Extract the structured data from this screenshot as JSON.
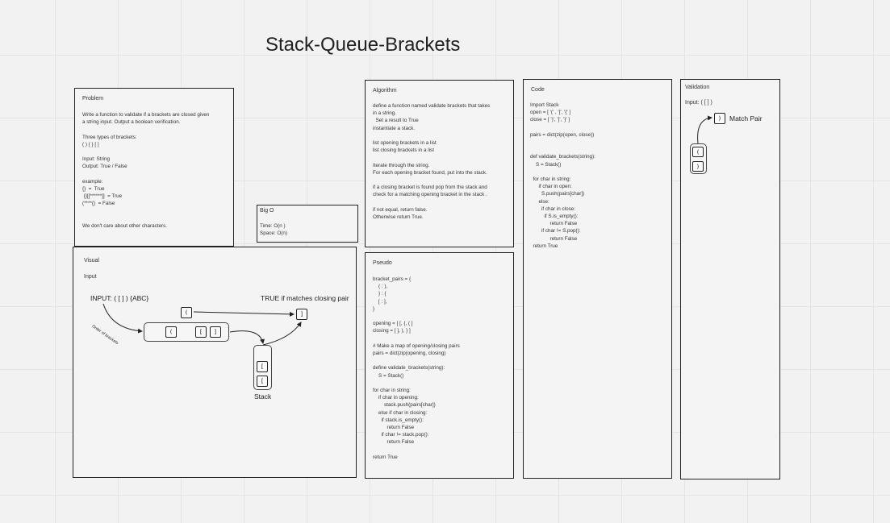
{
  "title": "Stack-Queue-Brackets",
  "problem": {
    "title": "Problem",
    "text": "Write a function to validate if a brackets are closed given\na string input. Output a boolean verification.\n\nThree types of brackets:\n( ) { } [ ]\n\nInput: String\nOutput: True / False\n\nexample:\n{}  =  True\n {}[[******]]  = True\n(****{)  = False\n\n\nWe don't care about other characters."
  },
  "bigo": {
    "title": "Big O",
    "text": "Time: O(n )\nSpace: O(n)"
  },
  "visual": {
    "title": "Visual",
    "input_heading": "Input",
    "input_string": "INPUT: ( [ ] ) {ABC}",
    "true_label": "TRUE if matches closing pair",
    "order_label": "Order of brackets",
    "stack_label": "Stack",
    "queue_boxes": [
      "(",
      "[",
      "]"
    ],
    "top_box": "(",
    "result_box": "]",
    "stack_boxes": [
      "[",
      "["
    ]
  },
  "algorithm": {
    "title": "Algorithm",
    "text": "define a function named validate brackets that takes\nin a string.\n  Set a result to True\ninstantiate a stack.\n\nlist opening brackets in a list\nlist closing brackets in a list\n\nIterate through the string.\nFor each opening bracket found, put into the stack.\n\nif a closing bracket is found pop from the stack and\ncheck for a matching opening bracket in the stack .\n\nif not equal, return false.\nOtherwise return True."
  },
  "pseudo": {
    "title": "Pseudo",
    "text": "bracket_pairs = {\n    ( : ),\n    } : {\n    [ : ],\n}\n\nopening = [ [, {, ( ]\nclosing = [ ], ), } ]\n\n# Make a map of opening/closing pairs\npairs = dict(zip(opening, closing)\n\ndefine validate_brackets(string):\n    S = Stack()\n\nfor char in string:\n    if char in opening:\n        stack.push(pairs[char])\n    else if char in closing:\n      if stack.is_empty():\n          return False\n      if char != stack.pop():\n          return False\n\nreturn True"
  },
  "code": {
    "title": "Code",
    "text": "Import Stack\nopen = [ '(' , '[', '{' ]\nclose = [ ')', ']', '}' ]\n\npairs = dict(zip(open, close))\n\n\ndef validate_brackets(string):\n    S = Stack()\n\n  for char in string:\n      if char in open:\n        S.push(pairs[char])\n      else:\n        if char in close:\n          if S.is_empty():\n              return False\n        if char != S.pop():\n              return False\n  return True"
  },
  "validation": {
    "title": "Validation",
    "input_label": "Input: ( [ ] )",
    "match_label": "Match Pair",
    "top_box": ")",
    "stack_boxes": [
      "(",
      ")"
    ]
  }
}
